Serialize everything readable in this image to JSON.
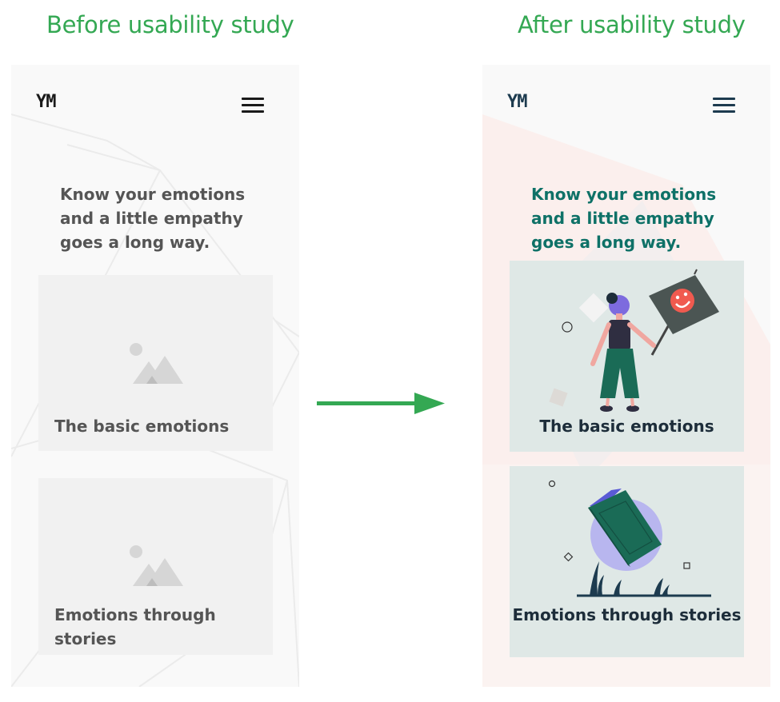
{
  "headings": {
    "before": "Before usability study",
    "after": "After usability study"
  },
  "colors": {
    "heading": "#34a853",
    "arrow": "#34a853",
    "tagline_after": "#0e7167",
    "card_after": "#dfe8e6",
    "card_before": "#f1f1f1",
    "nav_after": "#1d3b4f"
  },
  "before": {
    "logo": "YM",
    "menu_icon": "hamburger-menu-icon",
    "tagline": "Know your emotions and a little empathy goes a long way.",
    "cards": [
      {
        "title": "The basic emotions",
        "image": "image-placeholder-icon"
      },
      {
        "title": "Emotions through stories",
        "image": "image-placeholder-icon"
      }
    ]
  },
  "after": {
    "logo": "YM",
    "menu_icon": "hamburger-menu-icon",
    "tagline": "Know your emotions and a little empathy goes a long way.",
    "cards": [
      {
        "title": "The basic emotions",
        "image": "woman-holding-smiley-sign-illustration"
      },
      {
        "title": "Emotions through stories",
        "image": "green-book-illustration"
      }
    ]
  },
  "transition_icon": "right-arrow-icon"
}
